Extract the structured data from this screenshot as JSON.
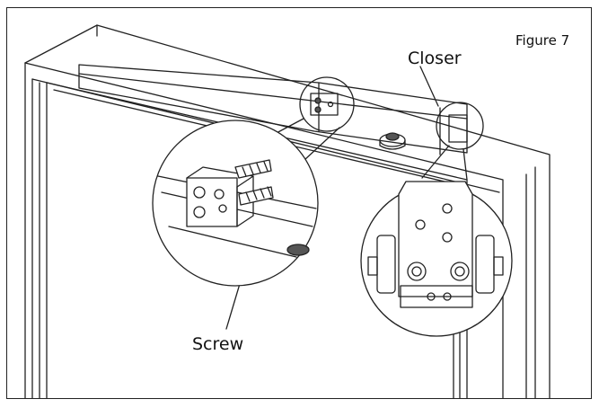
{
  "figure": {
    "caption": "Figure 7",
    "labels": {
      "closer": "Closer",
      "screw": "Screw"
    },
    "parts": [
      "door-frame",
      "door",
      "closer-body",
      "closer-end-cap",
      "mounting-bracket",
      "screws",
      "pivot-arm",
      "detail-zoom-bracket",
      "detail-zoom-end"
    ],
    "colors": {
      "line": "#222222",
      "background": "#ffffff",
      "shade": "#555555"
    }
  }
}
